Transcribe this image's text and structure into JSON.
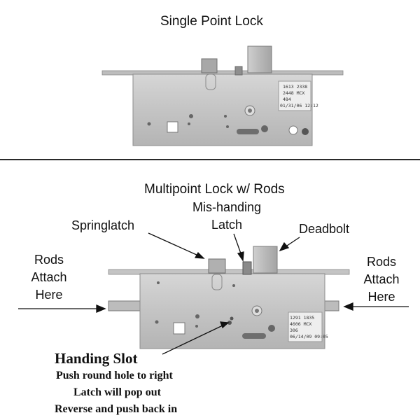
{
  "single": {
    "title": "Single Point Lock",
    "stamp_lines": [
      "1613 2338",
      "2448 MCX",
      "484",
      "01/31/06 12:12"
    ]
  },
  "multi": {
    "title": "Multipoint Lock w/ Rods",
    "mishanding_line1": "Mis-handing",
    "mishanding_line2": "Latch",
    "springlatch": "Springlatch",
    "deadbolt": "Deadbolt",
    "rods_left": [
      "Rods",
      "Attach",
      "Here"
    ],
    "rods_right": [
      "Rods",
      "Attach",
      "Here"
    ],
    "stamp_lines": [
      "1291 1835",
      "4606 MCX",
      "306",
      "06/14/09 09:05"
    ]
  },
  "handing": {
    "heading": "Handing Slot",
    "line1": "Push round hole to right",
    "line2": "Latch will pop out",
    "line3": "Reverse and push back in"
  },
  "colors": {
    "plate": "#c9c9c9",
    "plate_dark": "#9a9a9a",
    "text": "#111111"
  }
}
